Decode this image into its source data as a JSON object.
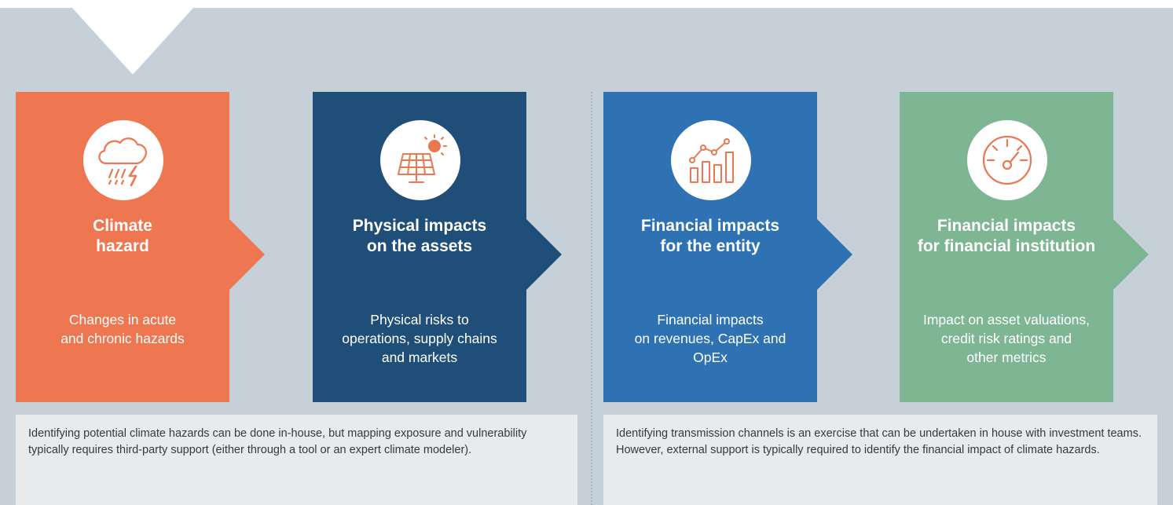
{
  "cards": [
    {
      "title": "Climate\nhazard",
      "description": "Changes in acute\nand chronic hazards",
      "icon": "storm-cloud-icon",
      "color": "#ee7650"
    },
    {
      "title": "Physical impacts\non the assets",
      "description": "Physical risks to\noperations, supply chains\nand markets",
      "icon": "solar-panel-icon",
      "color": "#1f4e79"
    },
    {
      "title": "Financial impacts\nfor the entity",
      "description": "Financial impacts\non revenues, CapEx and\nOpEx",
      "icon": "growth-chart-icon",
      "color": "#2e72b4"
    },
    {
      "title": "Financial impacts\nfor financial institution",
      "description": "Impact on asset valuations,\ncredit risk ratings and\nother metrics",
      "icon": "gauge-icon",
      "color": "#7eb593"
    }
  ],
  "notes": [
    {
      "text": "Identifying potential climate hazards can be done in-house, but mapping exposure and vulnerability typically requires third-party support (either through a tool or an expert climate modeler)."
    },
    {
      "text": "Identifying transmission channels is an exercise that can be undertaken in house with investment teams. However, external support is typically required to identify the financial impact of climate hazards."
    }
  ]
}
